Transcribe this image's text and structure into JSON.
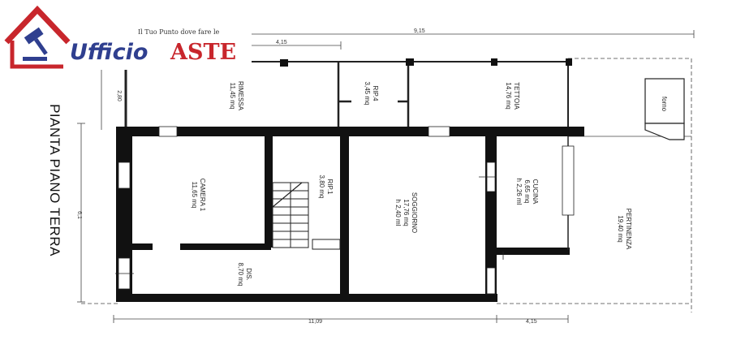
{
  "brand": {
    "tagline": "Il Tuo Punto dove fare le",
    "name_part1": "Ufficio",
    "name_part2": "ASTE",
    "colors": {
      "blue": "#2f3f8f",
      "red": "#c8262c"
    }
  },
  "plan": {
    "title": "PIANTA PIANO TERRA",
    "rooms": {
      "rimessa": {
        "name": "RIMESSA",
        "area": "11,45 mq"
      },
      "rip4": {
        "name": "RIP.4",
        "area": "3,45 mq"
      },
      "tettoia": {
        "name": "TETTOIA",
        "area": "14,76 mq"
      },
      "forno": {
        "name": "forno"
      },
      "camera": {
        "name": "CAMERA 1",
        "area": "11,65 mq"
      },
      "rip1": {
        "name": "RIP.1",
        "area": "3,80 mq"
      },
      "soggiorno": {
        "name": "SOGGIORNO",
        "area": "17,76 mq",
        "height": "h 2,40 ml"
      },
      "cucina": {
        "name": "CUCINA",
        "area": "6,65 mq",
        "height": "h 2,26 ml"
      },
      "pertinenza": {
        "name": "PERTINENZA",
        "area": "19,40 mq"
      },
      "dis": {
        "name": "DIS.",
        "area": "8,70 mq"
      }
    },
    "dimensions": {
      "top_total": "9,15",
      "top_partial": "4,15",
      "left_upper": "2,80",
      "left_total": "6,1",
      "bottom_main": "11,09",
      "bottom_right": "4,15"
    }
  }
}
